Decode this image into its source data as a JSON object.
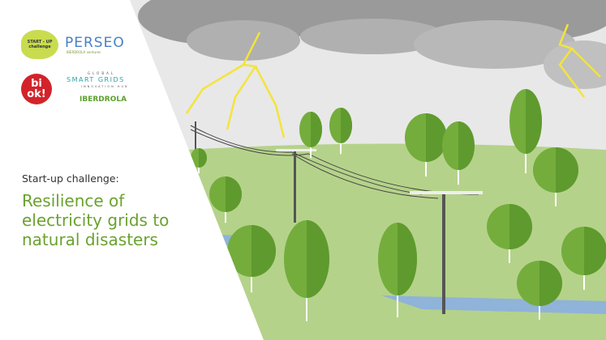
{
  "logos": {
    "startup_challenge": {
      "line1": "START - UP",
      "line2": "challenge"
    },
    "perseo": {
      "name": "PERSEO",
      "sub": "IBERDROLA ventures"
    },
    "biok": {
      "line1": "bi",
      "line2": "ok!"
    },
    "global_smart_grids": {
      "top": "GLOBAL",
      "main": "SMART GRIDS",
      "bottom": "INNOVATION HUB"
    },
    "iberdrola": "IBERDROLA"
  },
  "intro": "Start-up challenge:",
  "title_lines": [
    "Resilience of",
    "electricity grids to",
    "natural disasters"
  ],
  "colors": {
    "title": "#6aa22e",
    "grass": "#b5d28a",
    "tree": "#74ad3c",
    "sky": "#e6e6e6",
    "water": "#8fb3d9",
    "lightning": "#f3e43b"
  }
}
